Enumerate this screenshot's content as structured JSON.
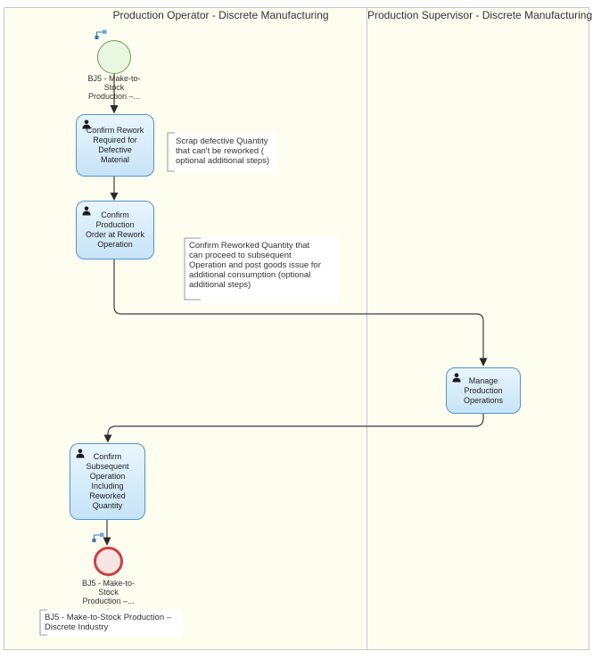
{
  "lanes": [
    {
      "label": "Production Operator - Discrete Manufacturing"
    },
    {
      "label": "Production Supervisor - Discrete Manufacturing"
    }
  ],
  "events": {
    "start": {
      "label": "BJ5 - Make-to-\nStock\nProduction –..."
    },
    "end": {
      "label": "BJ5 - Make-to-\nStock\nProduction –..."
    }
  },
  "tasks": [
    {
      "label": "Confirm Rework\nRequired for\nDefective\nMaterial"
    },
    {
      "label": "Confirm\nProduction\nOrder at Rework\nOperation"
    },
    {
      "label": "Manage\nProduction\nOperations"
    },
    {
      "label": "Confirm\nSubsequent\nOperation\nIncluding\nReworked\nQuantity"
    }
  ],
  "annotations": [
    {
      "text": "Scrap defective Quantity\nthat can't be reworked (\noptional additional steps)"
    },
    {
      "text": "Confirm Reworked Quantity that\ncan proceed to subsequent\nOperation and post goods issue for\nadditional consumption (optional\nadditional steps)"
    },
    {
      "text": "BJ5 - Make-to-Stock Production –\nDiscrete Industry"
    }
  ],
  "icons": {
    "person": "person-icon",
    "linked_process": "linked-process-icon"
  },
  "colors": {
    "canvas_bg": "#fdfdf0",
    "task_fill": "#c6e3f6",
    "task_border": "#5795c7",
    "start_fill": "#eaf7e0",
    "start_border": "#70a050",
    "end_fill": "#f9e4e4",
    "end_border": "#cb4040",
    "flow_line": "#3c3c3c",
    "lane_border": "#c8c8c8",
    "annotation_bracket": "#9a9a9a",
    "icon_blue": "#2f76b5"
  }
}
